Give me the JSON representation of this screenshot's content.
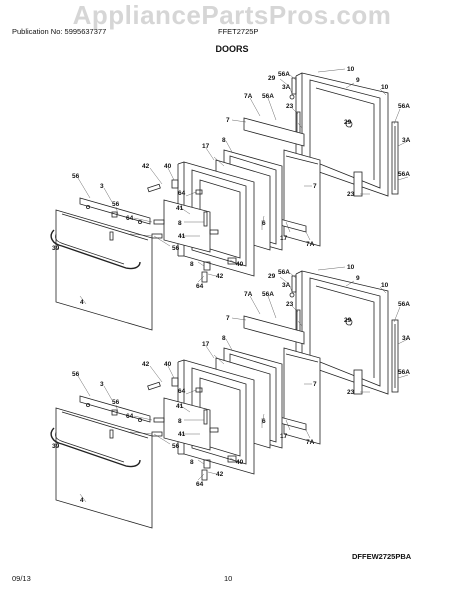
{
  "watermark": "AppliancePartsPros.com",
  "header": {
    "publication": "Publication No: 5995637377",
    "model": "FFET2725P",
    "section_title": "DOORS"
  },
  "diagram_code": "DFFEW2725PBA",
  "footer": {
    "date": "09/13",
    "page_number": "10"
  },
  "callouts": [
    "10",
    "56A",
    "9",
    "29",
    "3A",
    "10",
    "56A",
    "7A",
    "56A",
    "23",
    "7",
    "29",
    "3A",
    "8",
    "17",
    "56A",
    "7",
    "42",
    "40",
    "56",
    "3",
    "6",
    "23",
    "64",
    "56",
    "41",
    "64",
    "8",
    "39",
    "41",
    "17",
    "56",
    "7A",
    "8",
    "40",
    "42",
    "64",
    "4"
  ]
}
